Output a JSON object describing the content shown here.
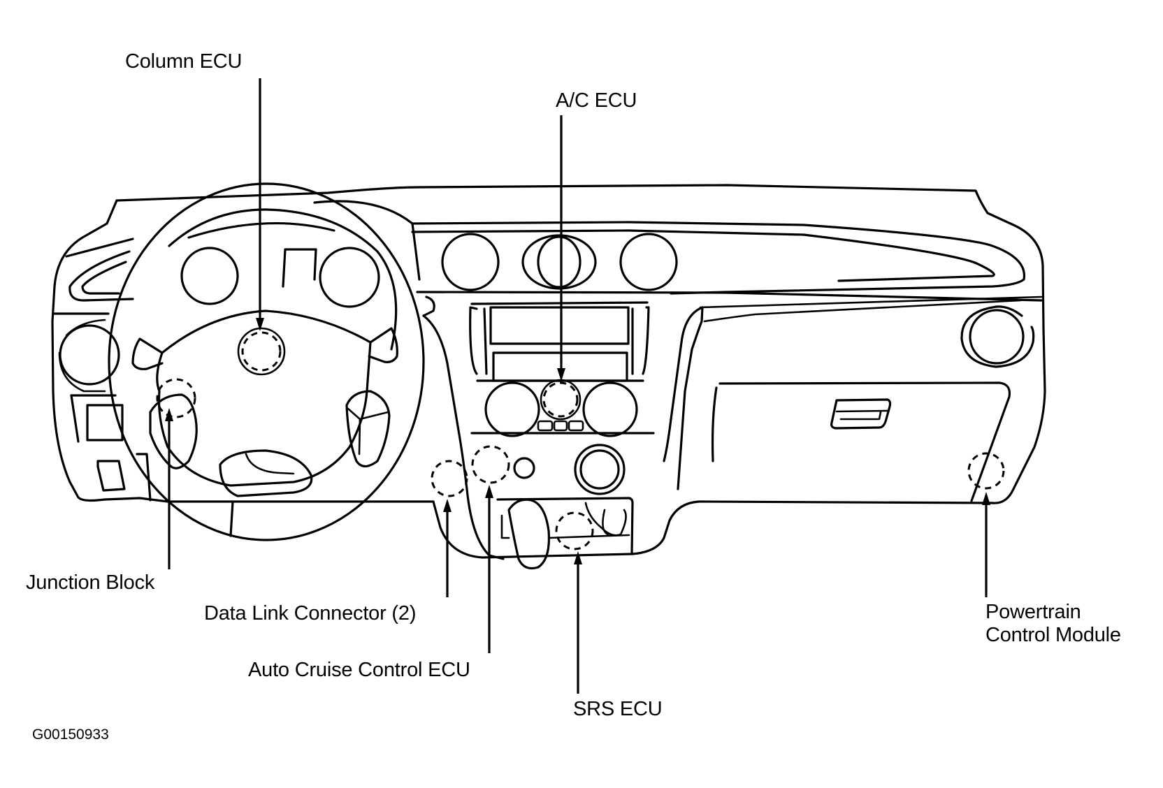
{
  "figure_id": "G00150933",
  "labels": {
    "column_ecu": "Column ECU",
    "ac_ecu": "A/C ECU",
    "junction_block": "Junction Block",
    "data_link_connector": "Data Link Connector (2)",
    "auto_cruise_control_ecu": "Auto Cruise Control ECU",
    "srs_ecu": "SRS ECU",
    "powertrain_line1": "Powertrain",
    "powertrain_line2": "Control Module"
  },
  "components": [
    {
      "id": "column_ecu",
      "name": "Column ECU",
      "marker": "dashed-circle"
    },
    {
      "id": "ac_ecu",
      "name": "A/C ECU",
      "marker": "dashed-circle"
    },
    {
      "id": "junction_block",
      "name": "Junction Block",
      "marker": "dashed-circle"
    },
    {
      "id": "data_link_connector",
      "name": "Data Link Connector (2)",
      "marker": "dashed-circle"
    },
    {
      "id": "auto_cruise_control_ecu",
      "name": "Auto Cruise Control ECU",
      "marker": "dashed-circle"
    },
    {
      "id": "srs_ecu",
      "name": "SRS ECU",
      "marker": "dashed-circle"
    },
    {
      "id": "powertrain_control_module",
      "name": "Powertrain Control Module",
      "marker": "dashed-circle"
    }
  ],
  "colors": {
    "ink": "#000000",
    "background": "#ffffff"
  }
}
